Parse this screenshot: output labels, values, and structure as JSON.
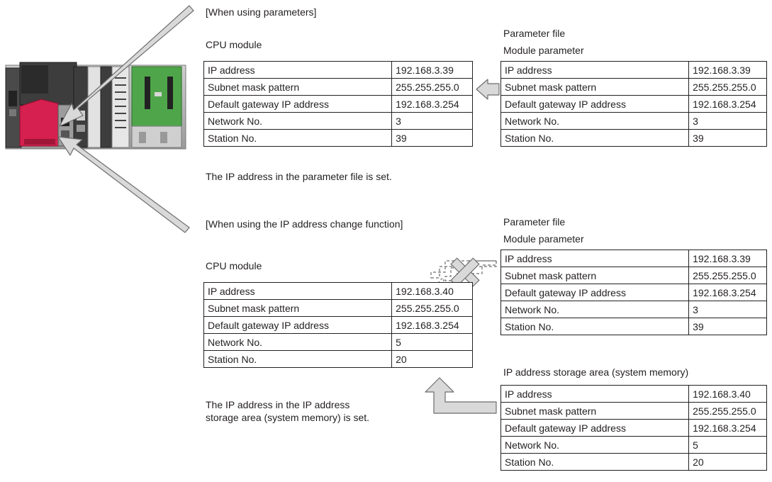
{
  "section1": {
    "heading": "[When using parameters]",
    "cpu_label": "CPU module",
    "param_file_label": "Parameter file",
    "module_param_label": "Module parameter",
    "cpu_table": [
      {
        "label": "IP address",
        "value": "192.168.3.39"
      },
      {
        "label": "Subnet mask pattern",
        "value": "255.255.255.0"
      },
      {
        "label": "Default gateway IP address",
        "value": "192.168.3.254"
      },
      {
        "label": "Network No.",
        "value": "3"
      },
      {
        "label": "Station No.",
        "value": "39"
      }
    ],
    "param_table": [
      {
        "label": "IP address",
        "value": "192.168.3.39"
      },
      {
        "label": "Subnet mask pattern",
        "value": "255.255.255.0"
      },
      {
        "label": "Default gateway IP address",
        "value": "192.168.3.254"
      },
      {
        "label": "Network No.",
        "value": "3"
      },
      {
        "label": "Station No.",
        "value": "39"
      }
    ],
    "note": "The IP address in the parameter file is set."
  },
  "section2": {
    "heading": "[When using the IP address change function]",
    "cpu_label": "CPU module",
    "param_file_label": "Parameter file",
    "module_param_label": "Module parameter",
    "storage_label": "IP address storage area (system memory)",
    "cpu_table": [
      {
        "label": "IP address",
        "value": "192.168.3.40"
      },
      {
        "label": "Subnet mask pattern",
        "value": "255.255.255.0"
      },
      {
        "label": "Default gateway IP address",
        "value": "192.168.3.254"
      },
      {
        "label": "Network No.",
        "value": "5"
      },
      {
        "label": "Station No.",
        "value": "20"
      }
    ],
    "param_table": [
      {
        "label": "IP address",
        "value": "192.168.3.39"
      },
      {
        "label": "Subnet mask pattern",
        "value": "255.255.255.0"
      },
      {
        "label": "Default gateway IP address",
        "value": "192.168.3.254"
      },
      {
        "label": "Network No.",
        "value": "3"
      },
      {
        "label": "Station No.",
        "value": "39"
      }
    ],
    "storage_table": [
      {
        "label": "IP address",
        "value": "192.168.3.40"
      },
      {
        "label": "Subnet mask pattern",
        "value": "255.255.255.0"
      },
      {
        "label": "Default gateway IP address",
        "value": "192.168.3.254"
      },
      {
        "label": "Network No.",
        "value": "5"
      },
      {
        "label": "Station No.",
        "value": "20"
      }
    ],
    "note_line1": "The IP address in the IP address",
    "note_line2": "storage area (system memory) is set."
  },
  "colors": {
    "module_red": "#d6204f",
    "module_dark": "#3a3a3a",
    "module_green": "#4fa64a",
    "arrow_fill": "#d9d9d9",
    "arrow_stroke": "#6d6d6d",
    "text": "#231f20"
  }
}
